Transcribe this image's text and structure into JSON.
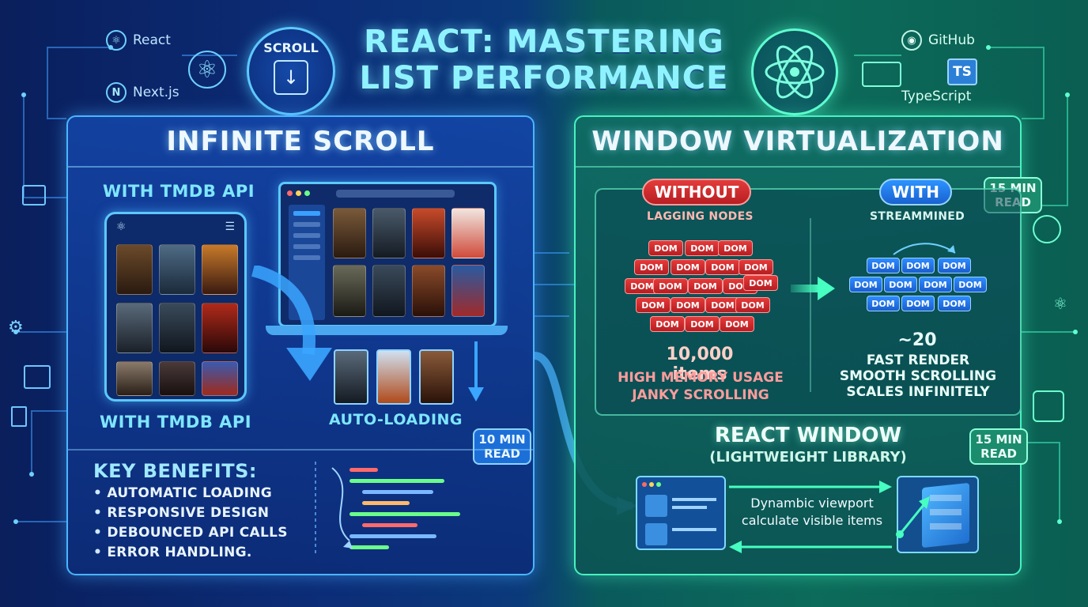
{
  "title": {
    "line1": "REACT: MASTERING",
    "line2": "LIST PERFORMANCE"
  },
  "tech_left": [
    {
      "icon": "react-icon",
      "label": "React"
    },
    {
      "icon": "nextjs-icon",
      "label": "Next.js"
    }
  ],
  "tech_right": [
    {
      "icon": "github-icon",
      "label": "GitHub"
    },
    {
      "icon": "typescript-icon",
      "label": "TypeScript",
      "badge": "TS"
    }
  ],
  "scroll_badge": {
    "label": "SCROLL"
  },
  "left_panel": {
    "title": "INFINITE SCROLL",
    "tmdb_top": "WITH TMDB API",
    "tmdb_bottom": "WITH TMDB API",
    "auto_loading": "AUTO-LOADING",
    "read_badge": {
      "line1": "10 MIN",
      "line2": "READ"
    },
    "benefits_title": "KEY BENEFITS:",
    "benefits": [
      "AUTOMATIC LOADING",
      "RESPONSIVE DESIGN",
      "DEBOUNCED API CALLS",
      "ERROR HANDLING."
    ]
  },
  "right_panel": {
    "title": "WINDOW VIRTUALIZATION",
    "read_badge_top": {
      "line1": "15 MIN",
      "line2": "READ"
    },
    "read_badge_bottom": {
      "line1": "15 MIN",
      "line2": "READ"
    },
    "without": {
      "pill": "WITHOUT",
      "sub": "LAGGING NODES",
      "count": "10,000 items",
      "stats": [
        "HIGH MEMORY USAGE",
        "JANKY SCROLLING"
      ]
    },
    "with": {
      "pill": "WITH",
      "sub": "STREAMMINED",
      "count": "~20",
      "stats": [
        "FAST RENDER",
        "SMOOTH SCROLLING",
        "SCALES INFINITELY"
      ]
    },
    "dom_label": "DOM",
    "react_window": {
      "title": "REACT WINDOW",
      "subtitle": "(LIGHTWEIGHT LIBRARY)",
      "desc_line1": "Dynambic viewport",
      "desc_line2": "calculate visible items"
    }
  },
  "colors": {
    "accent_blue": "#4ab5ff",
    "accent_green": "#48f2c0",
    "title_cyan": "#8ff3ff",
    "dom_red": "#e63a3a",
    "dom_blue": "#2e8cff"
  }
}
